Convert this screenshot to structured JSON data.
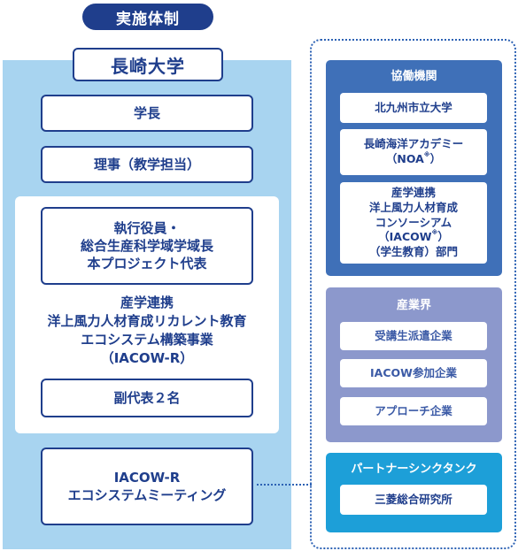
{
  "header": {
    "title": "実施体制"
  },
  "university": {
    "name": "長崎大学",
    "president": "学長",
    "director": "理事（教学担当）",
    "executive": [
      "執行役員・",
      "総合生産科学域学域長",
      "本プロジェクト代表"
    ],
    "project_title": [
      "産学連携",
      "洋上風力人材育成リカレント教育",
      "エコシステム構築事業",
      "（IACOW-R）"
    ],
    "vice": "副代表２名",
    "meeting": [
      "IACOW-R",
      "エコシステムミーティング"
    ]
  },
  "partners": {
    "heading": "協働機関",
    "items": [
      {
        "lines": [
          "北九州市立大学"
        ]
      },
      {
        "lines": [
          "長崎海洋アカデミー",
          "（NOA※）"
        ]
      },
      {
        "lines": [
          "産学連携",
          "洋上風力人材育成",
          "コンソーシアム（IACOW※）",
          "（学生教育）部門"
        ]
      }
    ]
  },
  "industry": {
    "heading": "産業界",
    "items": [
      "受講生派遣企業",
      "IACOW参加企業",
      "アプローチ企業"
    ]
  },
  "think_tank": {
    "heading": "パートナーシンクタンク",
    "items": [
      "三菱総合研究所"
    ]
  },
  "colors": {
    "navy": "#1f3e8c",
    "light_blue": "#a8d4f0",
    "partner_blue": "#3f70b8",
    "industry_lavender": "#8c98cc",
    "think_tank_cyan": "#1d9fd8"
  }
}
